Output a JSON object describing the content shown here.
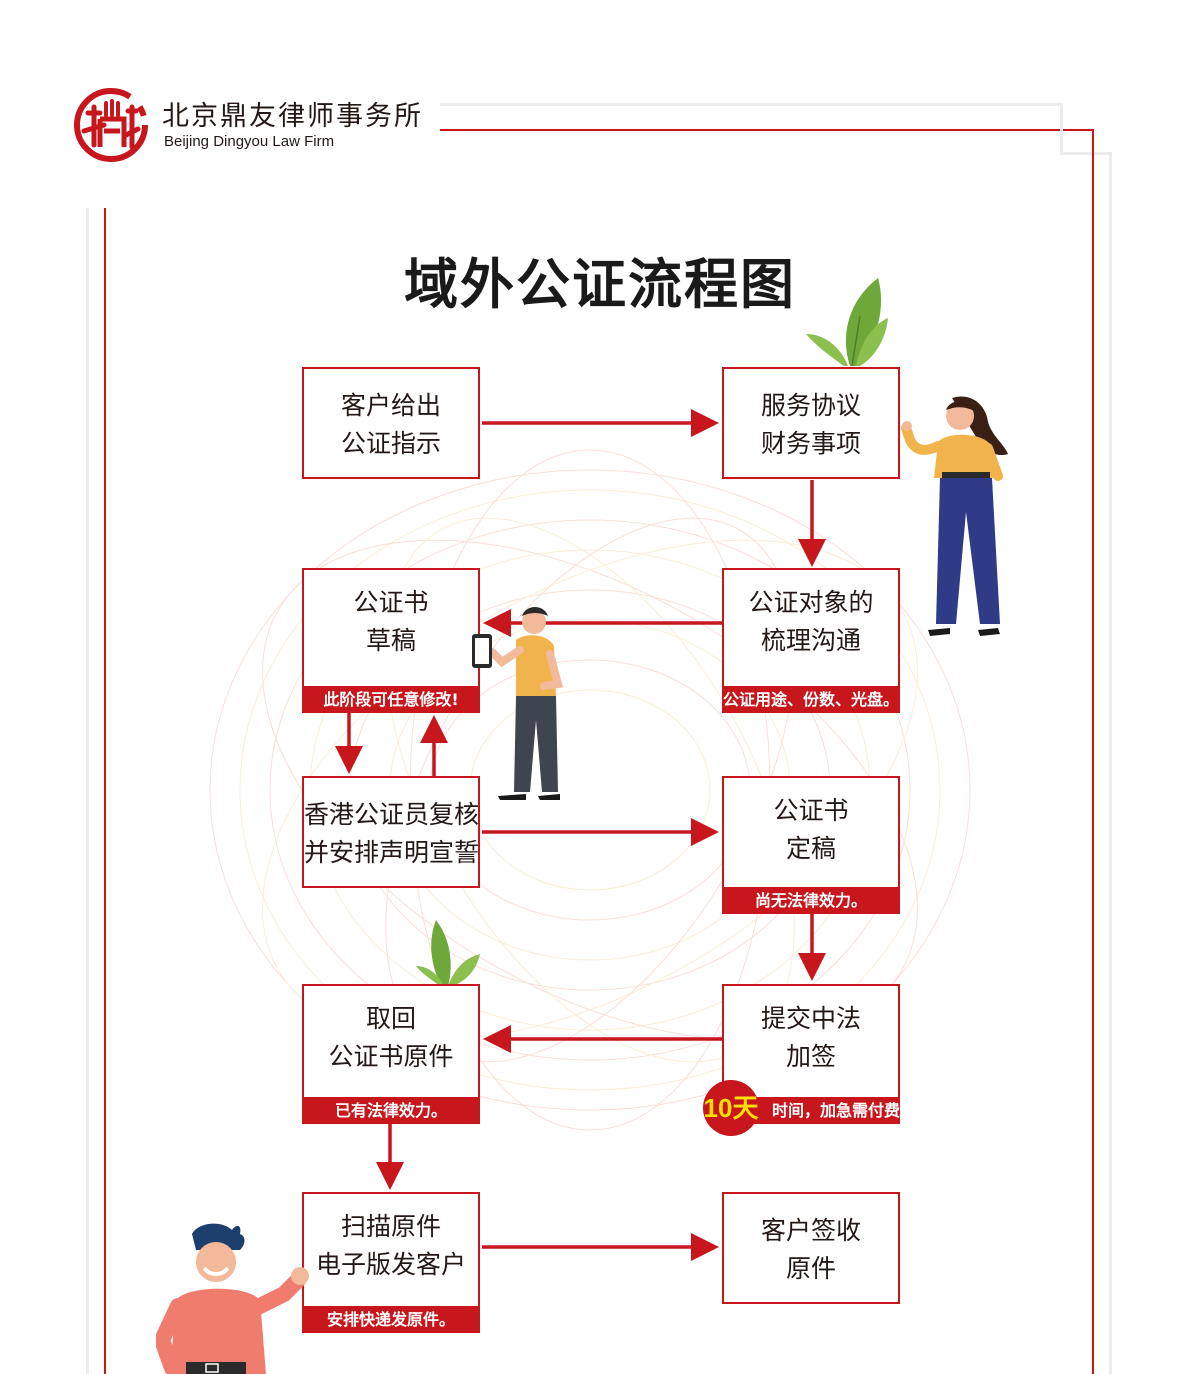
{
  "brand": {
    "name_cn": "北京鼎友律师事务所",
    "name_en": "Beijing Dingyou Law Firm"
  },
  "title": "域外公证流程图",
  "colors": {
    "accent": "#c8161d",
    "badge_text": "#ffe000",
    "text": "#231815"
  },
  "steps": [
    {
      "line1": "客户给出",
      "line2": "公证指示"
    },
    {
      "line1": "服务协议",
      "line2": "财务事项"
    },
    {
      "line1": "公证书",
      "line2": "草稿",
      "note": "此阶段可任意修改!"
    },
    {
      "line1": "公证对象的",
      "line2": "梳理沟通",
      "note": "公证用途、份数、光盘。"
    },
    {
      "line1": "香港公证员复核",
      "line2": "并安排声明宣誓"
    },
    {
      "line1": "公证书",
      "line2": "定稿",
      "note": "尚无法律效力。"
    },
    {
      "line1": "取回",
      "line2": "公证书原件",
      "note": "已有法律效力。"
    },
    {
      "line1": "提交中法",
      "line2": "加签",
      "note": "时间，加急需付费。",
      "badge": "10天"
    },
    {
      "line1": "扫描原件",
      "line2": "电子版发客户",
      "note": "安排快递发原件。"
    },
    {
      "line1": "客户签收",
      "line2": "原件"
    }
  ],
  "icons": [
    "law-firm-logo-icon",
    "leaf-plant-icon",
    "woman-pointing-illustration",
    "man-with-phone-illustration",
    "man-waving-illustration"
  ]
}
